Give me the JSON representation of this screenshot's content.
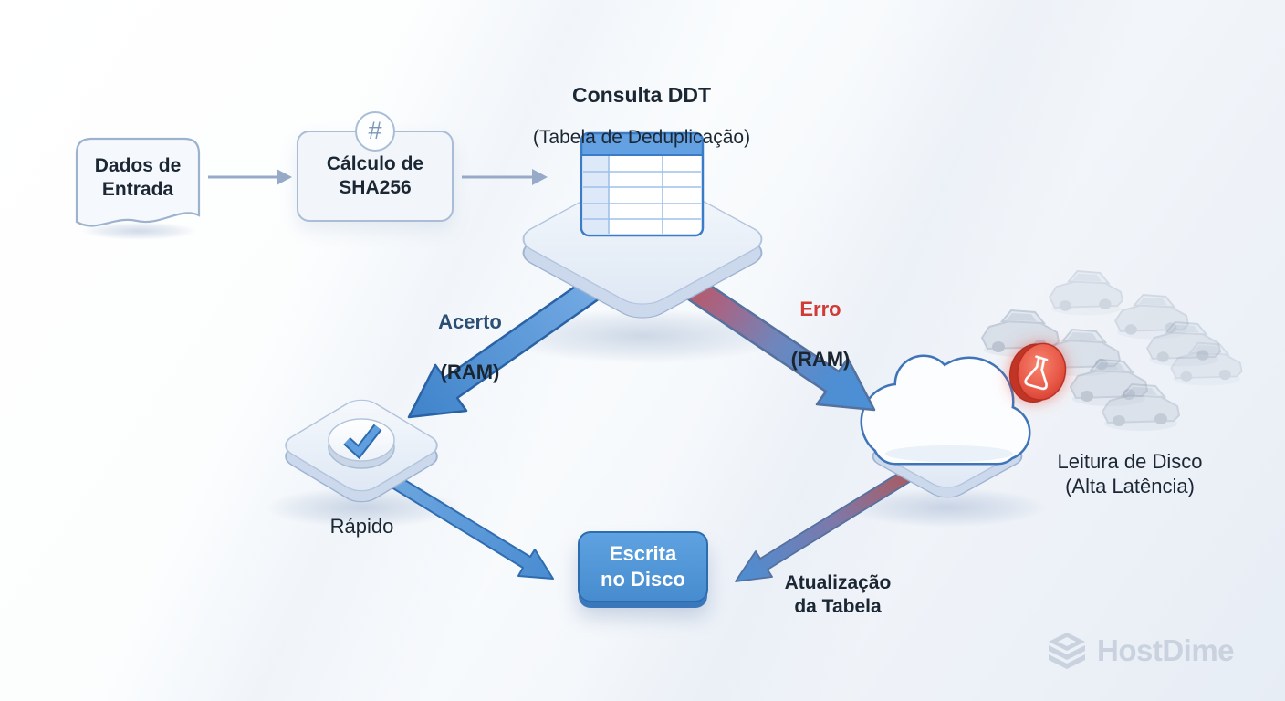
{
  "diagram": {
    "header": {
      "title": "Consulta DDT",
      "subtitle": "(Tabela de Deduplicação)"
    },
    "nodes": {
      "input": {
        "label": "Dados de\nEntrada"
      },
      "hash": {
        "label": "Cálculo de\nSHA256",
        "badge_glyph": "#"
      },
      "fast": {
        "label": "Rápido"
      },
      "write": {
        "label": "Escrita\nno Disco"
      },
      "read": {
        "label": "Leitura de Disco\n(Alta Latência)"
      },
      "update": {
        "label": "Atualização\nda Tabela"
      }
    },
    "edges": {
      "hit": {
        "label": "Acerto",
        "sublabel": "(RAM)"
      },
      "miss": {
        "label": "Erro",
        "sublabel": "(RAM)"
      }
    },
    "colors": {
      "accent_blue": "#4a8fd4",
      "error_red": "#cf3b35",
      "hit_navy": "#2b4e74",
      "text_dark": "#1c2734"
    },
    "watermark": {
      "brand": "HostDime"
    }
  }
}
